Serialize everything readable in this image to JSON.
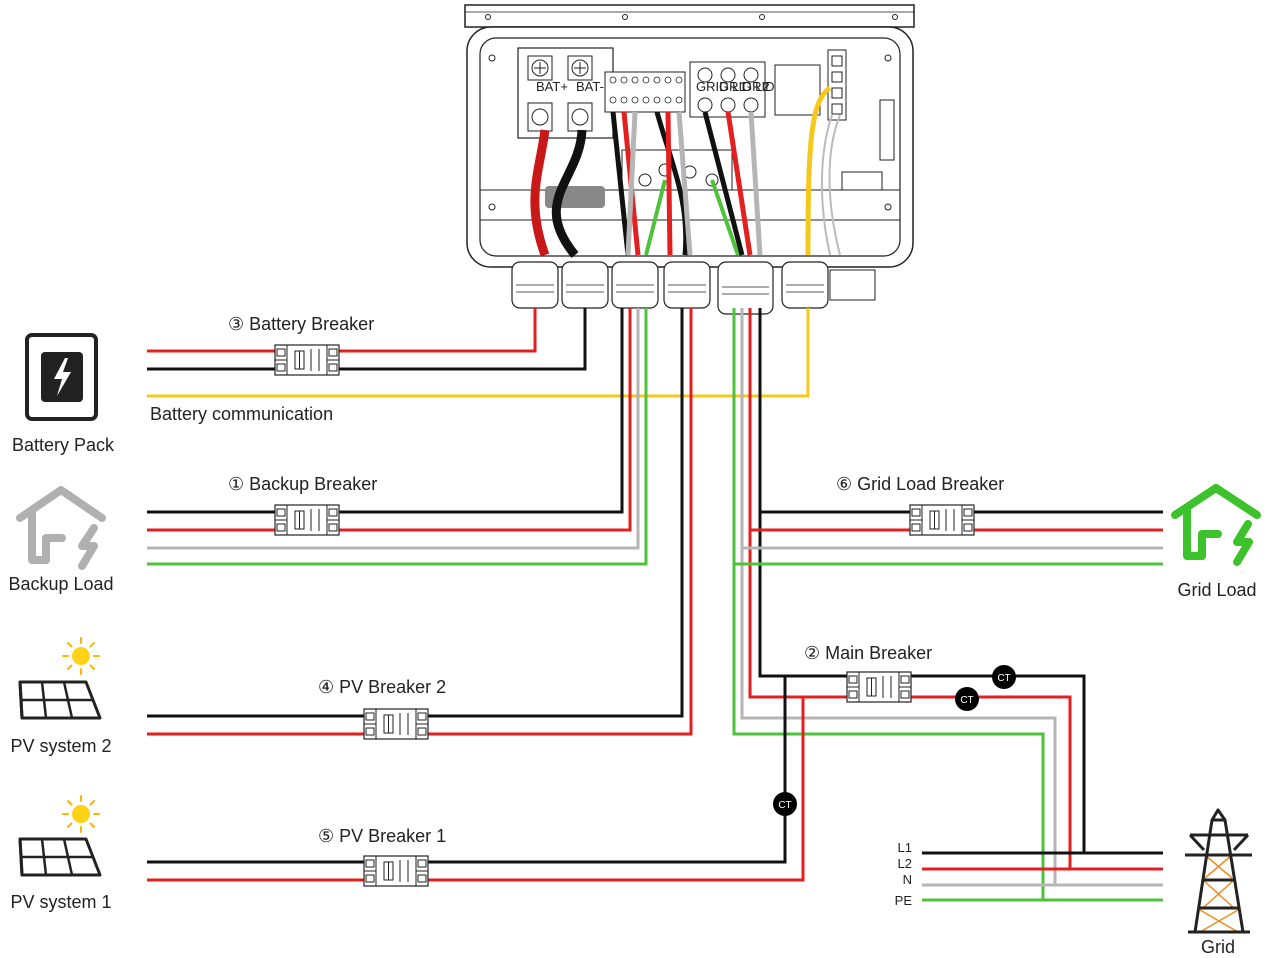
{
  "labels": {
    "battery_breaker": "③ Battery Breaker",
    "battery_comm": "Battery communication",
    "backup_breaker": "① Backup Breaker",
    "grid_load_breaker": "⑥ Grid Load Breaker",
    "main_breaker": "② Main Breaker",
    "pv_breaker_2": "④ PV Breaker 2",
    "pv_breaker_1": "⑤ PV Breaker 1"
  },
  "devices": {
    "battery_pack": "Battery Pack",
    "backup_load": "Backup Load",
    "pv_system_2": "PV system 2",
    "pv_system_1": "PV system 1",
    "grid_load": "Grid Load",
    "grid": "Grid"
  },
  "grid_lines": {
    "l1": "L1",
    "l2": "L2",
    "n": "N",
    "pe": "PE"
  },
  "ct_label": "CT",
  "inverter_terminals": {
    "bat_pos": "BAT+",
    "bat_neg": "BAT-",
    "grid_l1": "GRID L1",
    "grid_l2": "GRID L2",
    "grid_n": "GRID N"
  },
  "colors": {
    "black_wire": "#111111",
    "red_wire": "#e41f1f",
    "gray_wire": "#b5b5b5",
    "green_wire": "#4ec23a",
    "yellow_wire": "#f6c81c",
    "grid_load_icon": "#3cc22a"
  },
  "icons": [
    "battery-icon",
    "house-lightning-icon",
    "solar-panel-icon",
    "sun-icon",
    "transmission-tower-icon",
    "breaker-icon",
    "ct-sensor-icon"
  ]
}
